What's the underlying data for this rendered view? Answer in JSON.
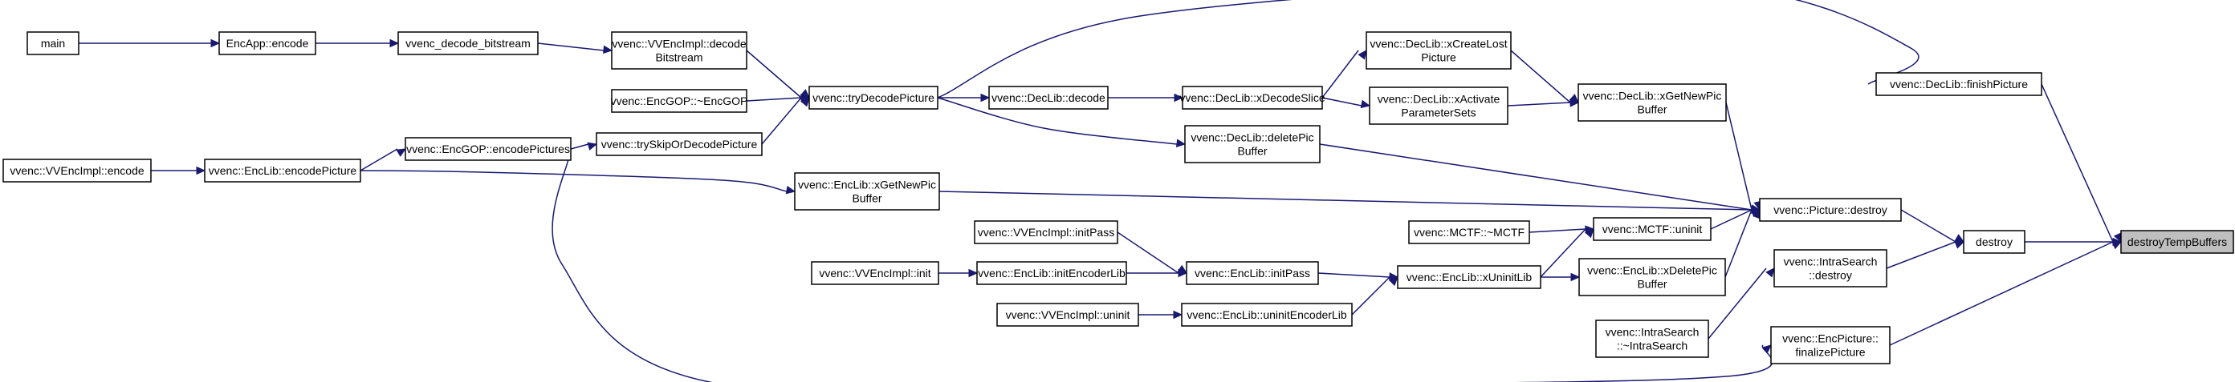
{
  "colors": {
    "edge": "#191970",
    "node_border": "#000000",
    "root_fill": "#bfbfbf",
    "background": "#ffffff"
  },
  "nodes": {
    "main": [
      "main"
    ],
    "encapp_encode": [
      "EncApp::encode"
    ],
    "vvenc_decode_bitstream": [
      "vvenc_decode_bitstream"
    ],
    "vvencimpl_decodebitstream": [
      "vvenc::VVEncImpl::decode",
      "Bitstream"
    ],
    "encgop_dtor": [
      "vvenc::EncGOP::~EncGOP"
    ],
    "trydecodepicture": [
      "vvenc::tryDecodePicture"
    ],
    "declib_decode": [
      "vvenc::DecLib::decode"
    ],
    "declib_xdecodeslice": [
      "vvenc::DecLib::xDecodeSlice"
    ],
    "declib_xcreatelostpicture": [
      "vvenc::DecLib::xCreateLost",
      "Picture"
    ],
    "declib_xactivateparametersets": [
      "vvenc::DecLib::xActivate",
      "ParameterSets"
    ],
    "declib_xgetnewpicbuffer": [
      "vvenc::DecLib::xGetNewPic",
      "Buffer"
    ],
    "declib_finishpicture": [
      "vvenc::DecLib::finishPicture"
    ],
    "vvencimpl_encode": [
      "vvenc::VVEncImpl::encode"
    ],
    "enclib_encodepicture": [
      "vvenc::EncLib::encodePicture"
    ],
    "encgop_encodepictures": [
      "vvenc::EncGOP::encodePictures"
    ],
    "tryskipordecodepicture": [
      "vvenc::trySkipOrDecodePicture"
    ],
    "declib_deletepicbuffer": [
      "vvenc::DecLib::deletePic",
      "Buffer"
    ],
    "enclib_xgetnewpicbuffer": [
      "vvenc::EncLib::xGetNewPic",
      "Buffer"
    ],
    "picture_destroy": [
      "vvenc::Picture::destroy"
    ],
    "destroy": [
      "destroy"
    ],
    "destroytempbuffers": [
      "destroyTempBuffers"
    ],
    "vvencimpl_initpass": [
      "vvenc::VVEncImpl::initPass"
    ],
    "vvencimpl_init": [
      "vvenc::VVEncImpl::init"
    ],
    "enclib_initencoderlib": [
      "vvenc::EncLib::initEncoderLib"
    ],
    "enclib_initpass": [
      "vvenc::EncLib::initPass"
    ],
    "mctf_dtor": [
      "vvenc::MCTF::~MCTF"
    ],
    "mctf_uninit": [
      "vvenc::MCTF::uninit"
    ],
    "enclib_xuninitlib": [
      "vvenc::EncLib::xUninitLib"
    ],
    "enclib_xdeletepicbuffer": [
      "vvenc::EncLib::xDeletePic",
      "Buffer"
    ],
    "intrasearch_destroy": [
      "vvenc::IntraSearch",
      "::destroy"
    ],
    "vvencimpl_uninit": [
      "vvenc::VVEncImpl::uninit"
    ],
    "enclib_uninitencoderlib": [
      "vvenc::EncLib::uninitEncoderLib"
    ],
    "intrasearch_dtor": [
      "vvenc::IntraSearch",
      "::~IntraSearch"
    ],
    "encpicture_finalizepicture": [
      "vvenc::EncPicture::",
      "finalizePicture"
    ]
  },
  "edges": [
    [
      "main",
      "encapp_encode"
    ],
    [
      "encapp_encode",
      "vvenc_decode_bitstream"
    ],
    [
      "vvenc_decode_bitstream",
      "vvencimpl_decodebitstream"
    ],
    [
      "vvencimpl_decodebitstream",
      "trydecodepicture"
    ],
    [
      "encgop_dtor",
      "trydecodepicture"
    ],
    [
      "tryskipordecodepicture",
      "trydecodepicture"
    ],
    [
      "trydecodepicture",
      "declib_decode"
    ],
    [
      "trydecodepicture",
      "declib_finishpicture"
    ],
    [
      "trydecodepicture",
      "declib_deletepicbuffer"
    ],
    [
      "declib_decode",
      "declib_xdecodeslice"
    ],
    [
      "declib_xdecodeslice",
      "declib_xcreatelostpicture"
    ],
    [
      "declib_xdecodeslice",
      "declib_xactivateparametersets"
    ],
    [
      "declib_xcreatelostpicture",
      "declib_xgetnewpicbuffer"
    ],
    [
      "declib_xactivateparametersets",
      "declib_xgetnewpicbuffer"
    ],
    [
      "declib_xgetnewpicbuffer",
      "picture_destroy"
    ],
    [
      "declib_finishpicture",
      "destroytempbuffers"
    ],
    [
      "vvencimpl_encode",
      "enclib_encodepicture"
    ],
    [
      "enclib_encodepicture",
      "encgop_encodepictures"
    ],
    [
      "enclib_encodepicture",
      "enclib_xgetnewpicbuffer"
    ],
    [
      "encgop_encodepictures",
      "tryskipordecodepicture"
    ],
    [
      "encgop_encodepictures",
      "encpicture_finalizepicture"
    ],
    [
      "declib_deletepicbuffer",
      "picture_destroy"
    ],
    [
      "enclib_xgetnewpicbuffer",
      "picture_destroy"
    ],
    [
      "picture_destroy",
      "destroy"
    ],
    [
      "destroy",
      "destroytempbuffers"
    ],
    [
      "vvencimpl_initpass",
      "enclib_initpass"
    ],
    [
      "vvencimpl_init",
      "enclib_initencoderlib"
    ],
    [
      "enclib_initencoderlib",
      "enclib_initpass"
    ],
    [
      "enclib_initpass",
      "enclib_xuninitlib"
    ],
    [
      "mctf_dtor",
      "mctf_uninit"
    ],
    [
      "mctf_uninit",
      "picture_destroy"
    ],
    [
      "enclib_xuninitlib",
      "mctf_uninit"
    ],
    [
      "enclib_xuninitlib",
      "enclib_xdeletepicbuffer"
    ],
    [
      "enclib_xdeletepicbuffer",
      "picture_destroy"
    ],
    [
      "intrasearch_destroy",
      "destroy"
    ],
    [
      "vvencimpl_uninit",
      "enclib_uninitencoderlib"
    ],
    [
      "enclib_uninitencoderlib",
      "enclib_xuninitlib"
    ],
    [
      "intrasearch_dtor",
      "intrasearch_destroy"
    ],
    [
      "encpicture_finalizepicture",
      "destroytempbuffers"
    ]
  ]
}
